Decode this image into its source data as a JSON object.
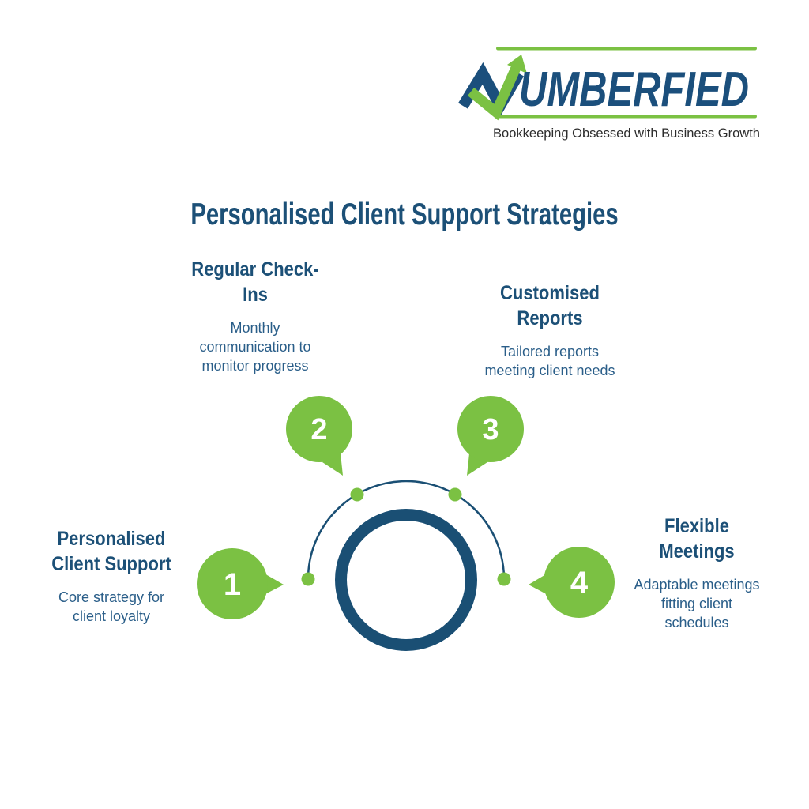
{
  "logo": {
    "brand": "UMBERFIED",
    "tagline": "Bookkeeping Obsessed with Business Growth"
  },
  "title": "Personalised Client Support Strategies",
  "steps": [
    {
      "number": "1",
      "heading": "Personalised\nClient Support",
      "body": "Core strategy for\nclient loyalty"
    },
    {
      "number": "2",
      "heading": "Regular Check-\nIns",
      "body": "Monthly\ncommunication to\nmonitor progress"
    },
    {
      "number": "3",
      "heading": "Customised\nReports",
      "body": "Tailored reports\nmeeting client needs"
    },
    {
      "number": "4",
      "heading": "Flexible\nMeetings",
      "body": "Adaptable meetings\nfitting client\nschedules"
    }
  ],
  "colors": {
    "green": "#7bc143",
    "navy_heading": "#1c5077",
    "navy_ring": "#1a4f74",
    "body_text": "#2a5e89",
    "tagline_text": "#2c2c2c",
    "number_text": "#ffffff",
    "background": "#ffffff"
  }
}
